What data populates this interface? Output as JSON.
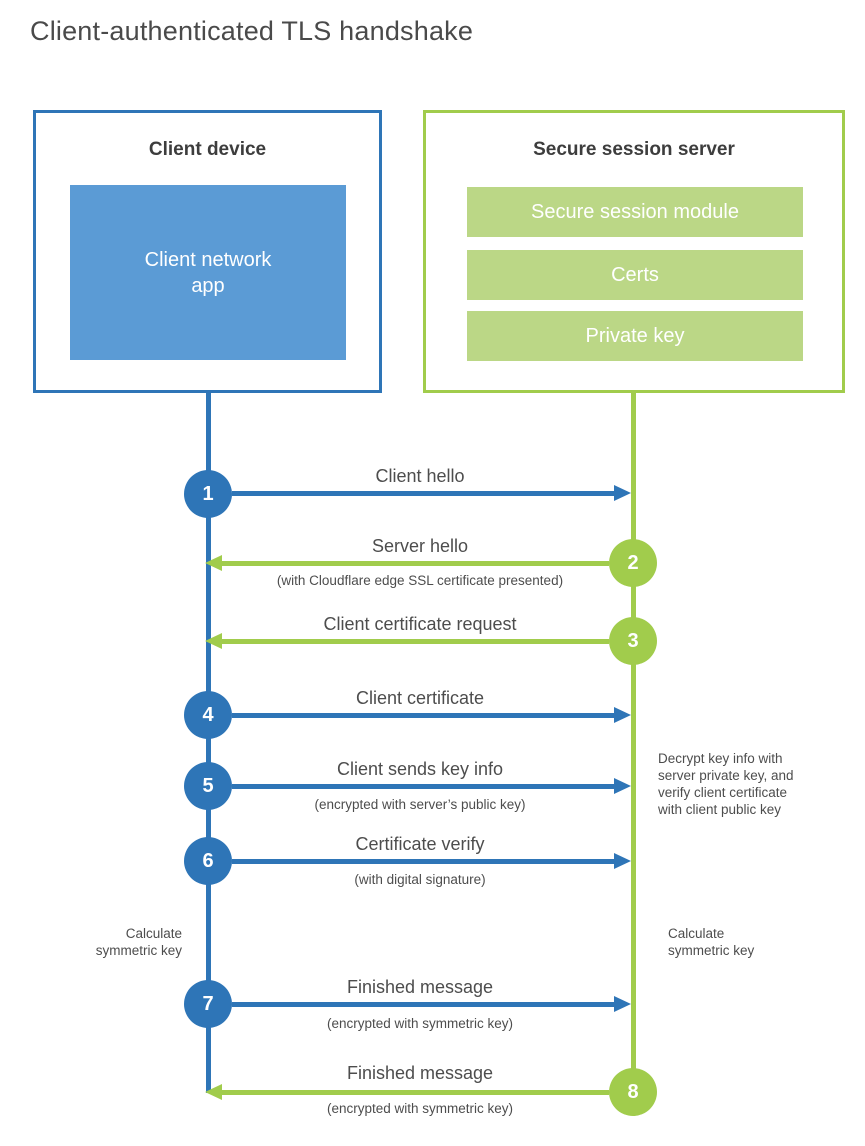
{
  "title": "Client-authenticated TLS handshake",
  "colors": {
    "client_blue": "#2E75B7",
    "client_app_fill": "#5B9BD5",
    "server_green": "#A1CC4C",
    "server_module_fill": "#BBD786",
    "text": "#4D4D4D"
  },
  "client": {
    "title": "Client device",
    "app_label": "Client network\napp"
  },
  "server": {
    "title": "Secure session server",
    "modules": [
      "Secure session module",
      "Certs",
      "Private key"
    ]
  },
  "steps": [
    {
      "num": "1",
      "from": "client",
      "direction": "right",
      "label": "Client hello",
      "sublabel": ""
    },
    {
      "num": "2",
      "from": "server",
      "direction": "left",
      "label": "Server hello",
      "sublabel": "(with Cloudflare edge SSL certificate presented)"
    },
    {
      "num": "3",
      "from": "server",
      "direction": "left",
      "label": "Client certificate request",
      "sublabel": ""
    },
    {
      "num": "4",
      "from": "client",
      "direction": "right",
      "label": "Client certificate",
      "sublabel": ""
    },
    {
      "num": "5",
      "from": "client",
      "direction": "right",
      "label": "Client sends key info",
      "sublabel": "(encrypted with server’s public key)"
    },
    {
      "num": "6",
      "from": "client",
      "direction": "right",
      "label": "Certificate verify",
      "sublabel": "(with digital signature)"
    },
    {
      "num": "7",
      "from": "client",
      "direction": "right",
      "label": "Finished message",
      "sublabel": "(encrypted with symmetric key)"
    },
    {
      "num": "8",
      "from": "server",
      "direction": "left",
      "label": "Finished message",
      "sublabel": "(encrypted with symmetric key)"
    }
  ],
  "annotations": {
    "server_note": "Decrypt key info with\nserver private key, and\nverify client certificate\nwith client public key",
    "client_calc": "Calculate\nsymmetric key",
    "server_calc": "Calculate\nsymmetric key"
  }
}
